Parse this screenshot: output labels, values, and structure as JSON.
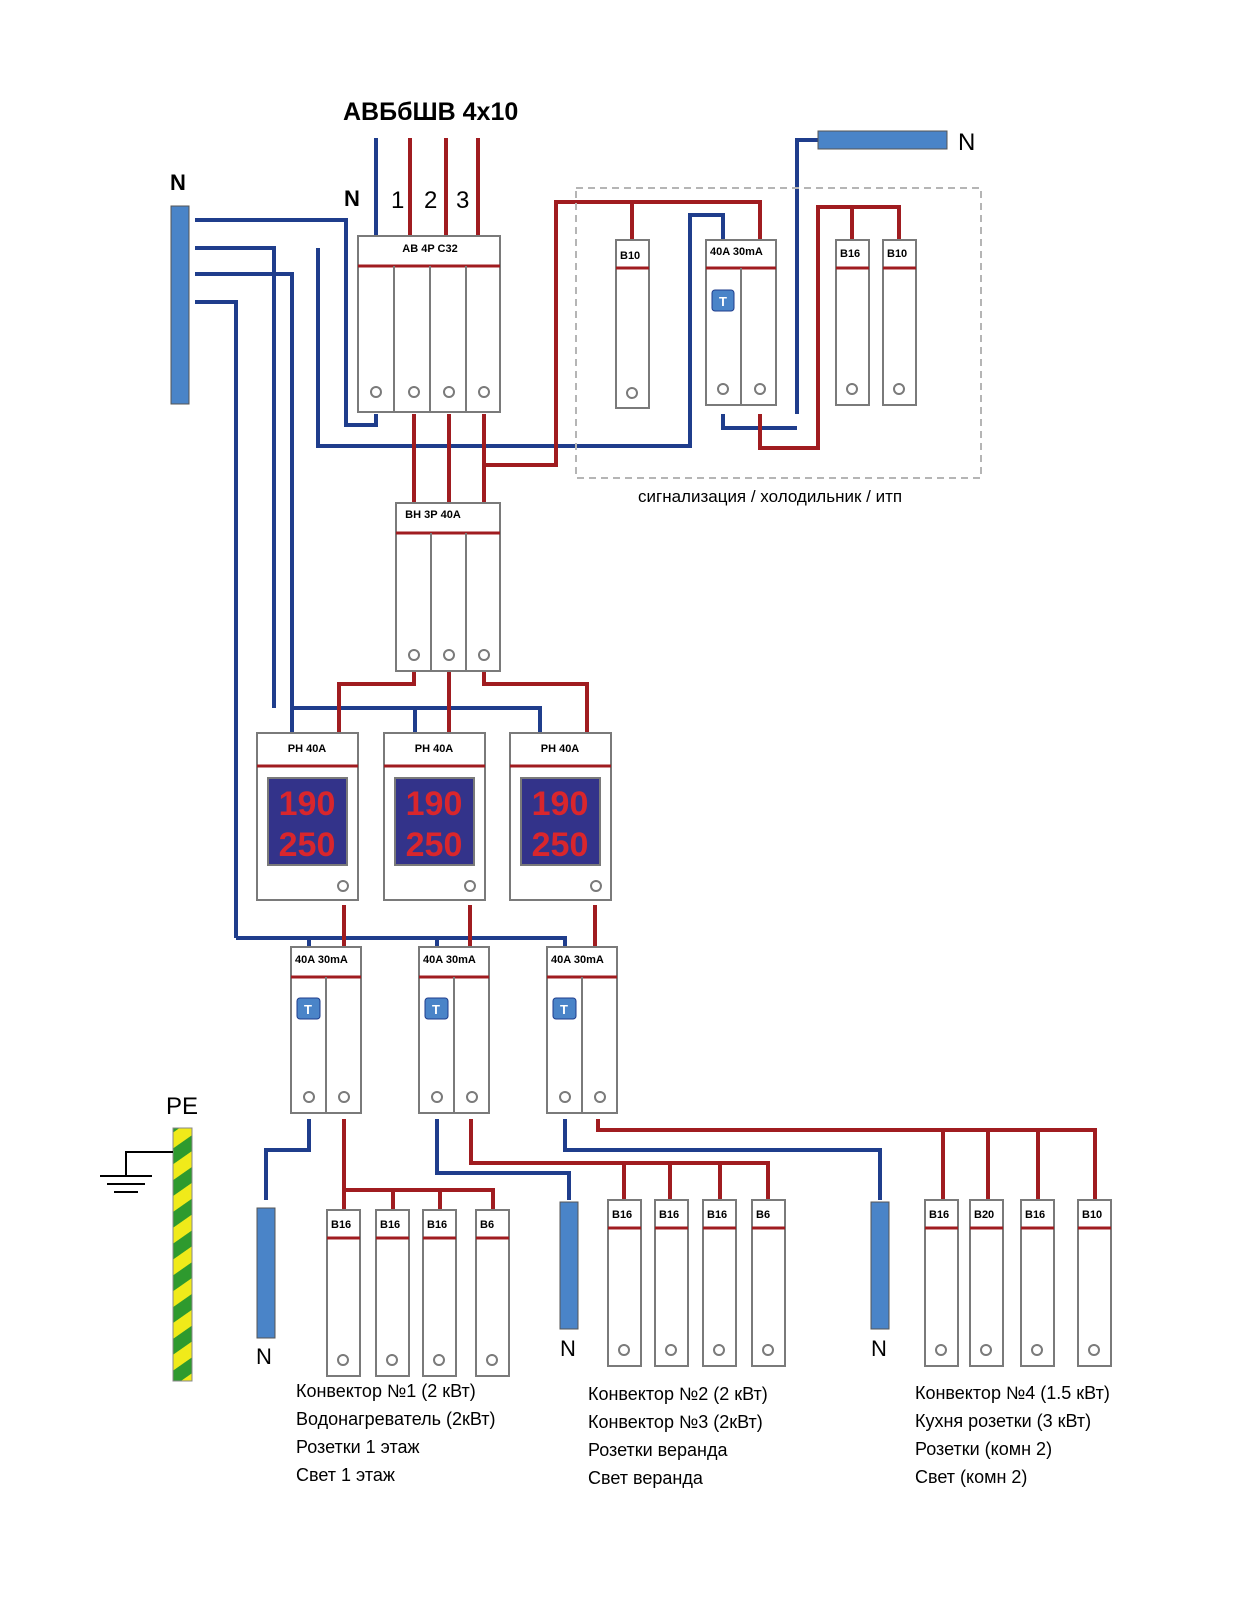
{
  "header": {
    "cable": "АВБбШВ 4х10",
    "n_label": "N",
    "phase_labels": [
      "1",
      "2",
      "3"
    ]
  },
  "neutral_bars": {
    "main_label": "N",
    "top_right_label": "N",
    "group_labels": [
      "N",
      "N",
      "N"
    ]
  },
  "pe": {
    "label": "PE"
  },
  "main_breaker": {
    "label": "АВ 4P C32"
  },
  "switch_3p": {
    "label": "ВН 3Р 40А"
  },
  "aux_group": {
    "caption": "сигнализация / холодильник / итп",
    "b1": "B10",
    "rcd": "40A 30mA",
    "b2": "B16",
    "b3": "B10"
  },
  "relays": [
    {
      "label": "РН 40А",
      "low": "190",
      "high": "250"
    },
    {
      "label": "РН 40А",
      "low": "190",
      "high": "250"
    },
    {
      "label": "РН 40А",
      "low": "190",
      "high": "250"
    }
  ],
  "rcds": [
    {
      "label": "40A 30mA",
      "test": "T"
    },
    {
      "label": "40A 30mA",
      "test": "T"
    },
    {
      "label": "40A 30mA",
      "test": "T"
    }
  ],
  "groups": [
    {
      "breakers": [
        "B16",
        "B16",
        "B16",
        "B6"
      ],
      "loads": [
        "Конвектор №1 (2 кВт)",
        "Водонагреватель (2кВт)",
        "Розетки 1 этаж",
        "Свет 1 этаж"
      ]
    },
    {
      "breakers": [
        "B16",
        "B16",
        "B16",
        "B6"
      ],
      "loads": [
        "Конвектор №2 (2 кВт)",
        "Конвектор №3 (2кВт)",
        "Розетки веранда",
        "Свет веранда"
      ]
    },
    {
      "breakers": [
        "B16",
        "B20",
        "B16",
        "B10"
      ],
      "loads": [
        "Конвектор №4 (1.5 кВт)",
        "Кухня розетки (3 кВт)",
        "Розетки (комн 2)",
        "Свет (комн 2)"
      ]
    }
  ],
  "colors": {
    "phase": "#a01c20",
    "neutral": "#1f3d8c",
    "bar": "#4a84c8",
    "device_stroke": "#7a7a7a",
    "display_bg": "#33338a",
    "display_text": "#d9262c",
    "pe_green": "#2e9a2e",
    "pe_yellow": "#f0ea1a"
  }
}
